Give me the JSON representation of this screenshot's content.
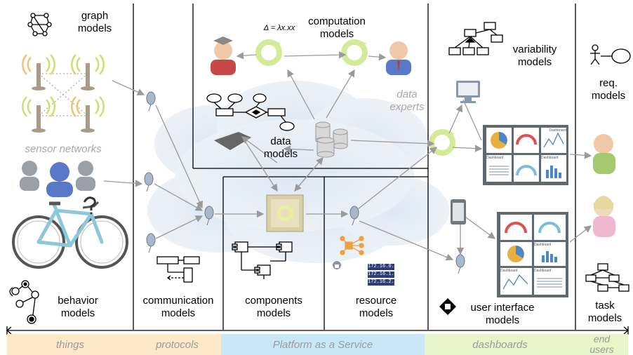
{
  "labels": {
    "graph": "graph\nmodels",
    "computation": "computation\nmodels",
    "lambda": "Δ = λx.xx",
    "variability": "variability\nmodels",
    "req": "req.\nmodels",
    "data_experts": "data\nexperts",
    "data": "data\nmodels",
    "sensor_networks": "sensor networks",
    "behavior": "behavior\nmodels",
    "communication": "communication\nmodels",
    "components": "components\nmodels",
    "resource": "resource\nmodels",
    "user_interface": "user interface\nmodels",
    "task": "task\nmodels"
  },
  "ip_addresses": [
    "172.16.0.0",
    "172.16.1.0",
    "172.16.2.0"
  ],
  "dashboard_word": "Dashboard",
  "bands": [
    {
      "label": "things",
      "color": "#fde8c8"
    },
    {
      "label": "protocols",
      "color": "#fde8c8"
    },
    {
      "label": "Platform as a Service",
      "color": "#c8e8f8"
    },
    {
      "label": "dashboards",
      "color": "#e8f5c8"
    },
    {
      "label": "end\nusers",
      "color": "#e8f5c8"
    }
  ]
}
